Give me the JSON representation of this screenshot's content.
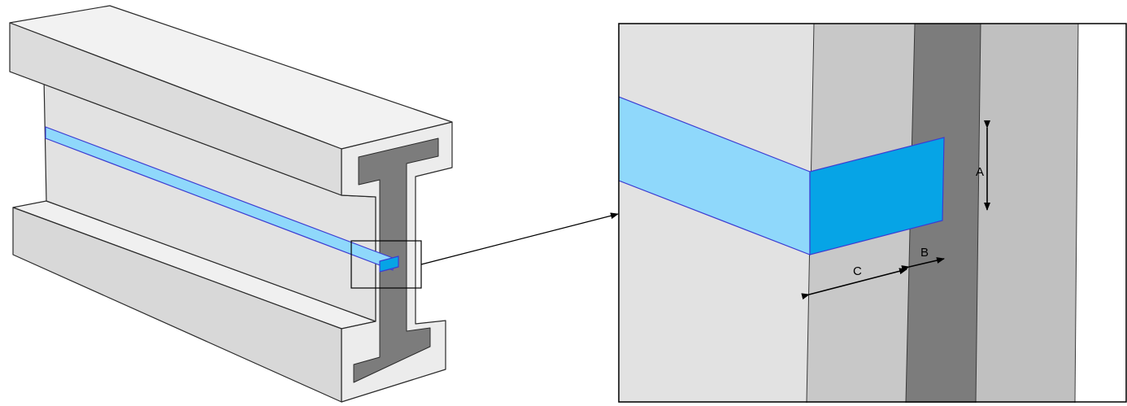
{
  "labels": {
    "a": "A",
    "b": "B",
    "c": "C"
  },
  "colors": {
    "concrete_light": "#e2e2e2",
    "concrete_top": "#f2f2f2",
    "concrete_side": "#d2d2d2",
    "steel": "#7c7c7c",
    "strip_light": "#8fd8fb",
    "strip_dark": "#06a4e6",
    "strip_edge": "#3c3cd2",
    "outline": "#2a2a2a"
  }
}
